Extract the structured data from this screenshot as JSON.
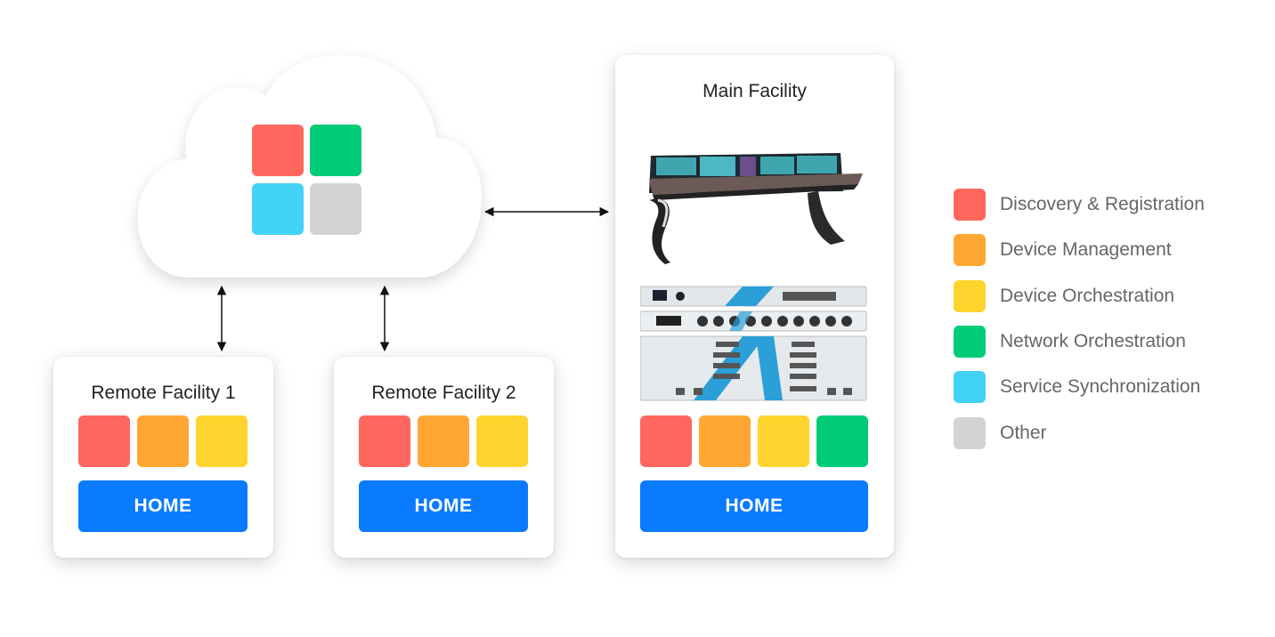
{
  "colors": {
    "discovery": "#FF665E",
    "management": "#FFA732",
    "orchestration": "#FFD42E",
    "network": "#00CC77",
    "sync": "#42D2F5",
    "other": "#D3D3D3",
    "home_button": "#0A7BFF"
  },
  "cloud": {
    "icon": "cloud-icon"
  },
  "facilities": {
    "remote1": {
      "title": "Remote Facility 1",
      "button": "HOME"
    },
    "remote2": {
      "title": "Remote Facility 2",
      "button": "HOME"
    },
    "main": {
      "title": "Main Facility",
      "button": "HOME"
    }
  },
  "legend": [
    {
      "label": "Discovery & Registration"
    },
    {
      "label": "Device Management"
    },
    {
      "label": "Device Orchestration"
    },
    {
      "label": "Network Orchestration"
    },
    {
      "label": "Service Synchronization"
    },
    {
      "label": "Other"
    }
  ]
}
